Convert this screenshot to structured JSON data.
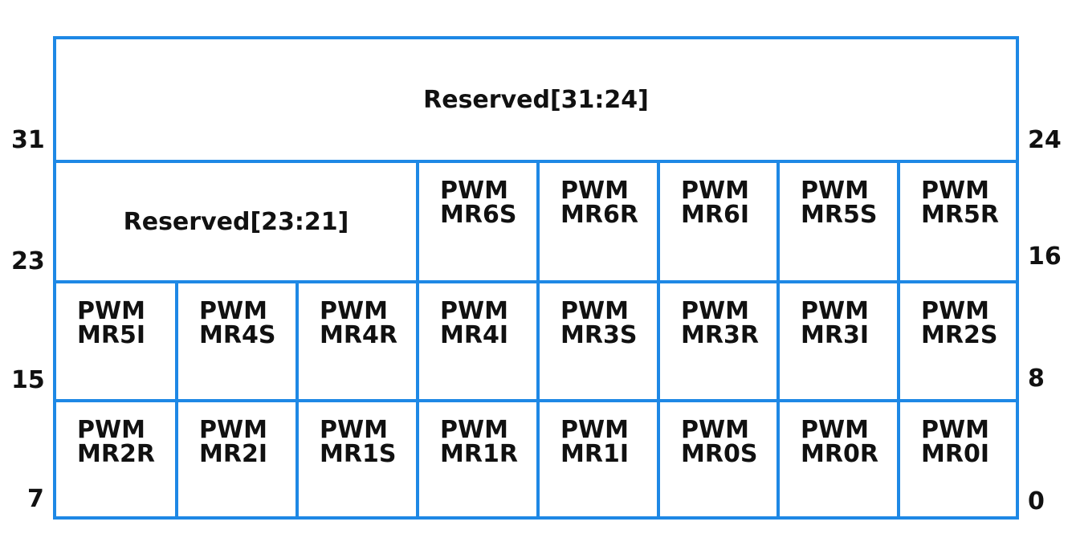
{
  "register": {
    "border_color": "#1e88e5",
    "rows": [
      {
        "left_bit": "31",
        "right_bit": "24",
        "fields": [
          {
            "label": "Reserved[31:24]",
            "span": 8
          }
        ]
      },
      {
        "left_bit": "23",
        "right_bit": "16",
        "fields": [
          {
            "label": "Reserved[23:21]",
            "span": 3
          },
          {
            "label": "PWM\nMR6S",
            "span": 1
          },
          {
            "label": "PWM\nMR6R",
            "span": 1
          },
          {
            "label": "PWM\nMR6I",
            "span": 1
          },
          {
            "label": "PWM\nMR5S",
            "span": 1
          },
          {
            "label": "PWM\nMR5R",
            "span": 1
          }
        ]
      },
      {
        "left_bit": "15",
        "right_bit": "8",
        "fields": [
          {
            "label": "PWM\nMR5I",
            "span": 1
          },
          {
            "label": "PWM\nMR4S",
            "span": 1
          },
          {
            "label": "PWM\nMR4R",
            "span": 1
          },
          {
            "label": "PWM\nMR4I",
            "span": 1
          },
          {
            "label": "PWM\nMR3S",
            "span": 1
          },
          {
            "label": "PWM\nMR3R",
            "span": 1
          },
          {
            "label": "PWM\nMR3I",
            "span": 1
          },
          {
            "label": "PWM\nMR2S",
            "span": 1
          }
        ]
      },
      {
        "left_bit": "7",
        "right_bit": "0",
        "fields": [
          {
            "label": "PWM\nMR2R",
            "span": 1
          },
          {
            "label": "PWM\nMR2I",
            "span": 1
          },
          {
            "label": "PWM\nMR1S",
            "span": 1
          },
          {
            "label": "PWM\nMR1R",
            "span": 1
          },
          {
            "label": "PWM\nMR1I",
            "span": 1
          },
          {
            "label": "PWM\nMR0S",
            "span": 1
          },
          {
            "label": "PWM\nMR0R",
            "span": 1
          },
          {
            "label": "PWM\nMR0I",
            "span": 1
          }
        ]
      }
    ]
  }
}
